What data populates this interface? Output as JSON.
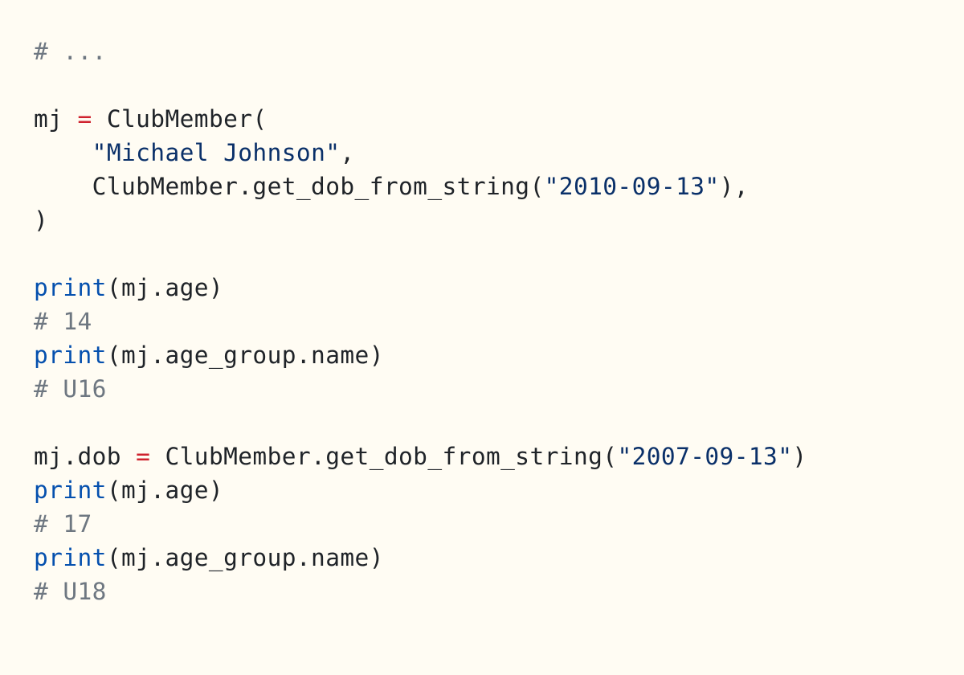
{
  "colors": {
    "background": "#fffcf3",
    "text": "#1f2328",
    "comment": "#6e7781",
    "operator": "#cf222e",
    "string": "#0a3069",
    "builtin": "#0550ae"
  },
  "lines": [
    [
      {
        "t": "# ...",
        "c": "comment"
      }
    ],
    [],
    [
      {
        "t": "mj ",
        "c": "text"
      },
      {
        "t": "=",
        "c": "operator"
      },
      {
        "t": " ClubMember(",
        "c": "text"
      }
    ],
    [
      {
        "t": "    ",
        "c": "text"
      },
      {
        "t": "\"Michael Johnson\"",
        "c": "string"
      },
      {
        "t": ",",
        "c": "text"
      }
    ],
    [
      {
        "t": "    ClubMember.get_dob_from_string(",
        "c": "text"
      },
      {
        "t": "\"2010-09-13\"",
        "c": "string"
      },
      {
        "t": "),",
        "c": "text"
      }
    ],
    [
      {
        "t": ")",
        "c": "text"
      }
    ],
    [],
    [
      {
        "t": "print",
        "c": "builtin"
      },
      {
        "t": "(mj.age)",
        "c": "text"
      }
    ],
    [
      {
        "t": "# 14",
        "c": "comment"
      }
    ],
    [
      {
        "t": "print",
        "c": "builtin"
      },
      {
        "t": "(mj.age_group.name)",
        "c": "text"
      }
    ],
    [
      {
        "t": "# U16",
        "c": "comment"
      }
    ],
    [],
    [
      {
        "t": "mj.dob ",
        "c": "text"
      },
      {
        "t": "=",
        "c": "operator"
      },
      {
        "t": " ClubMember.get_dob_from_string(",
        "c": "text"
      },
      {
        "t": "\"2007-09-13\"",
        "c": "string"
      },
      {
        "t": ")",
        "c": "text"
      }
    ],
    [
      {
        "t": "print",
        "c": "builtin"
      },
      {
        "t": "(mj.age)",
        "c": "text"
      }
    ],
    [
      {
        "t": "# 17",
        "c": "comment"
      }
    ],
    [
      {
        "t": "print",
        "c": "builtin"
      },
      {
        "t": "(mj.age_group.name)",
        "c": "text"
      }
    ],
    [
      {
        "t": "# U18",
        "c": "comment"
      }
    ]
  ]
}
